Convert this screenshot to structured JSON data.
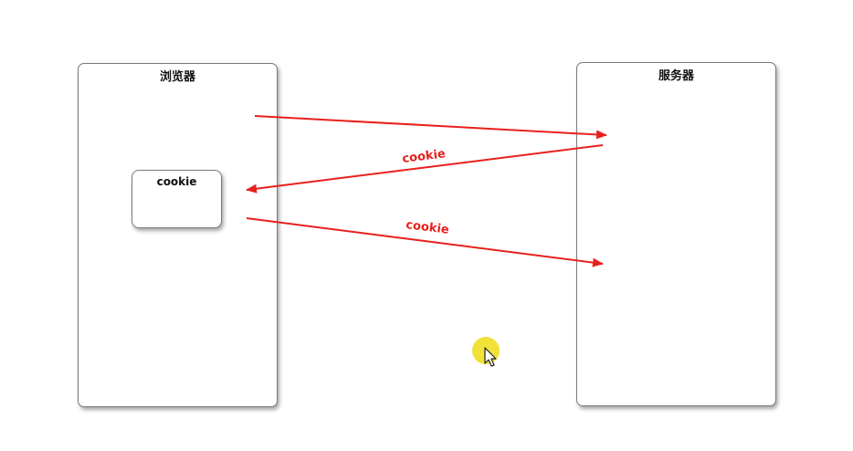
{
  "browser": {
    "title": "浏览器"
  },
  "server": {
    "title": "服务器"
  },
  "cookie_store": {
    "label": "cookie"
  },
  "arrows": [
    {
      "from": "browser",
      "to": "server",
      "label": ""
    },
    {
      "from": "server",
      "to": "browser",
      "label": "cookie"
    },
    {
      "from": "browser",
      "to": "server",
      "label": "cookie"
    }
  ],
  "colors": {
    "arrow": "#e8201c",
    "box_border": "#7a7a7a",
    "cursor_highlight": "#f0dc14"
  },
  "cursor": {
    "icon": "mouse-pointer-icon"
  }
}
